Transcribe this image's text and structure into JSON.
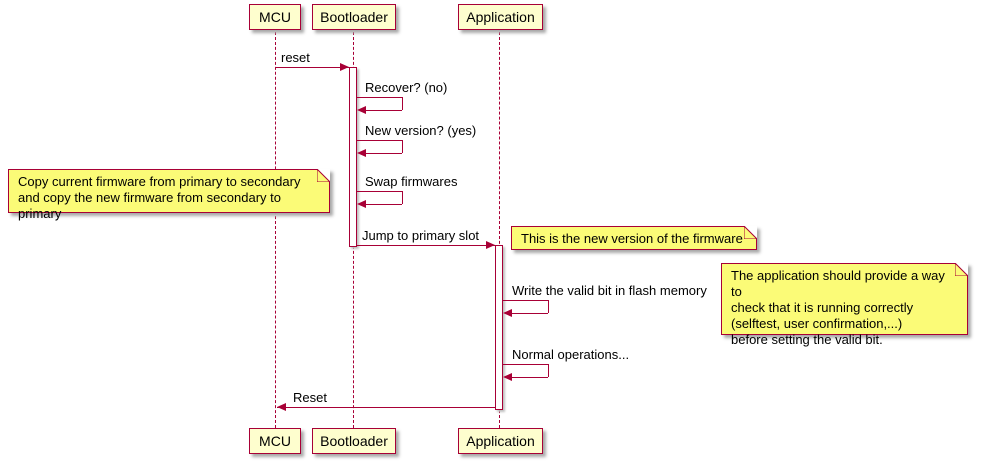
{
  "diagram": {
    "participants": [
      {
        "name": "MCU"
      },
      {
        "name": "Bootloader"
      },
      {
        "name": "Application"
      }
    ],
    "messages": {
      "reset": "reset",
      "recover": "Recover? (no)",
      "new_version": "New version? (yes)",
      "swap": "Swap firmwares",
      "jump": "Jump to primary slot",
      "write_valid": "Write the valid bit in flash memory",
      "normal_ops": "Normal operations...",
      "reset_back": "Reset"
    },
    "notes": {
      "copy": "Copy current firmware from primary to secondary\nand copy the new firmware from secondary to primary",
      "new_firmware": "This is the new version of the firmware",
      "selftest": "The application should provide a way to\ncheck that it is running correctly\n(selftest, user confirmation,...)\nbefore setting the valid bit."
    },
    "colors": {
      "accent": "#A80036",
      "participant_fill": "#FEFECE",
      "note_fill": "#FBFB77"
    }
  }
}
